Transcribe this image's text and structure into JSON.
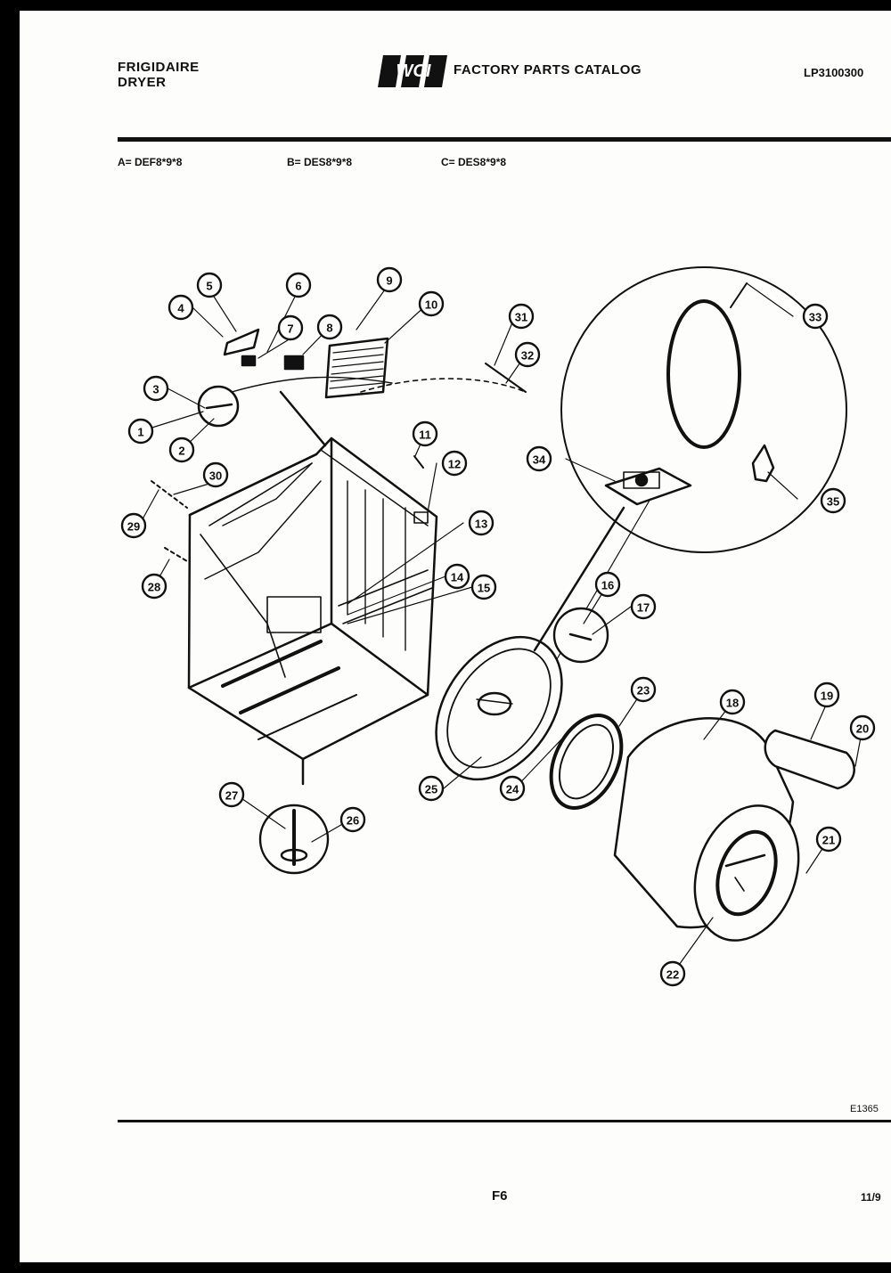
{
  "header": {
    "brand_line1": "FRIGIDAIRE",
    "brand_line2": "DRYER",
    "logo_text": "WCI",
    "catalog_title": "FACTORY PARTS CATALOG",
    "catalog_code": "LP3100300"
  },
  "models": {
    "a": "A= DEF8*9*8",
    "b": "B= DES8*9*8",
    "c": "C= DES8*9*8"
  },
  "callouts": [
    "1",
    "2",
    "3",
    "4",
    "5",
    "6",
    "7",
    "8",
    "9",
    "10",
    "11",
    "12",
    "13",
    "14",
    "15",
    "16",
    "17",
    "18",
    "19",
    "20",
    "21",
    "22",
    "23",
    "24",
    "25",
    "26",
    "27",
    "28",
    "29",
    "30",
    "31",
    "32",
    "33",
    "34",
    "35"
  ],
  "footer": {
    "ref_code": "E1365",
    "page_number": "F6",
    "date": "11/9"
  },
  "icons": {
    "logo": "wci-logo-icon"
  }
}
